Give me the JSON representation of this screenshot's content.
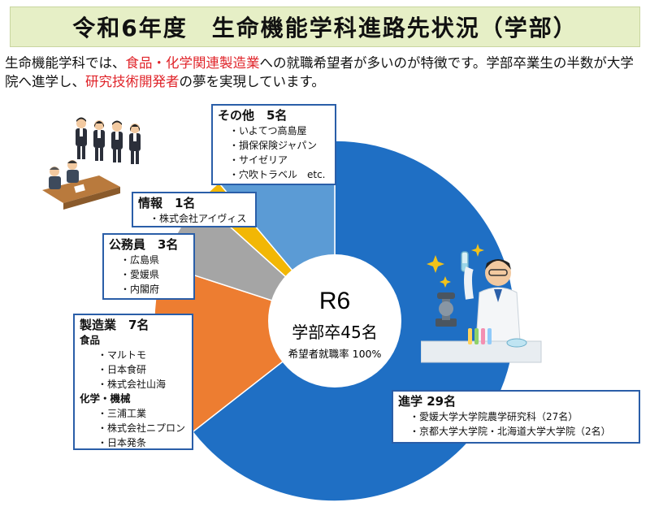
{
  "title": "令和6年度　生命機能学科進路先状況（学部）",
  "intro": {
    "p1": "生命機能学科では、",
    "h1": "食品・化学関連製造業",
    "p2": "への就職希望者が多いのが特徴です。学部卒業生の半数が大学院へ進学し、",
    "h2": "研究技術開発者",
    "p3": "の夢を実現しています。"
  },
  "center": {
    "year": "R6",
    "grads": "学部卒45名",
    "rate": "希望者就職率 100%"
  },
  "colors": {
    "進学": "#1f6fc4",
    "製造業": "#ed7d31",
    "公務員": "#a5a5a5",
    "情報": "#f2b705",
    "その他": "#5b9bd5",
    "title_bg": "#e6efc6",
    "highlight": "#e0242a"
  },
  "chart_data": {
    "type": "pie",
    "donut": true,
    "center_label": "R6",
    "total": 45,
    "categories": [
      "進学",
      "製造業",
      "公務員",
      "情報",
      "その他"
    ],
    "values": [
      29,
      7,
      3,
      1,
      5
    ]
  },
  "labels": {
    "susumu": {
      "head": "進学 29名",
      "items": [
        "・愛媛大学大学院農学研究科（27名）",
        "・京都大学大学院・北海道大学大学院（2名）"
      ]
    },
    "seizo": {
      "head": "製造業　7名",
      "sub1": "食品",
      "items1": [
        "・マルトモ",
        "・日本食研",
        "・株式会社山海"
      ],
      "sub2": "化学・機械",
      "items2": [
        "・三浦工業",
        "・株式会社ニプロン",
        "・日本発条"
      ]
    },
    "koumuin": {
      "head": "公務員　3名",
      "items": [
        "・広島県",
        "・愛媛県",
        "・内閣府"
      ]
    },
    "joho": {
      "head": "情報　1名",
      "items": [
        "・株式会社アイヴィス"
      ]
    },
    "sonota": {
      "head": "その他　5名",
      "items": [
        "・いよてつ高島屋",
        "・損保保険ジャパン",
        "・サイゼリア",
        "・穴吹トラベル　etc."
      ]
    }
  },
  "illustrations": {
    "left": "interview-candidates-illustration",
    "right": "scientist-lab-illustration"
  }
}
